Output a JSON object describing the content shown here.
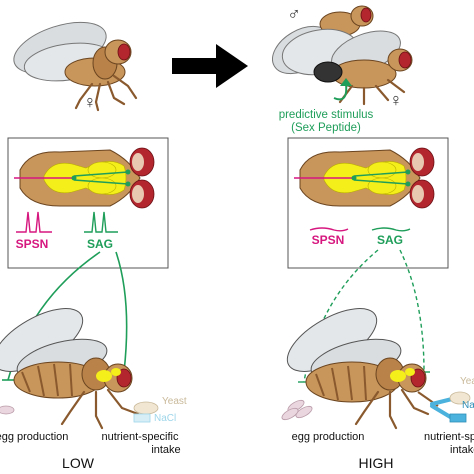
{
  "top": {
    "female_symbol": "♀",
    "male_symbol": "♂",
    "mated_female_symbol": "♀",
    "stimulus_line1": "predictive stimulus",
    "stimulus_line2": "(Sex Peptide)"
  },
  "left_panel": {
    "neuron_a": "SPSN",
    "neuron_b": "SAG",
    "output_egg": "egg production",
    "output_intake_line1": "nutrient-specific",
    "output_intake_line2": "intake",
    "food_yeast": "Yeast",
    "food_nacl": "NaCl",
    "condition": "LOW"
  },
  "right_panel": {
    "neuron_a": "SPSN",
    "neuron_b": "SAG",
    "output_egg": "egg production",
    "output_intake_line1": "nutrient-specific",
    "output_intake_line2": "intake",
    "food_yeast": "Yeast",
    "food_nacl": "NaCl",
    "condition": "HIGH"
  },
  "colors": {
    "magenta": "#d6177f",
    "green": "#1f9e5a",
    "light_green": "#5fbf6a",
    "fly_body": "#c8955a",
    "fly_dark": "#8a5a2e",
    "wing": "#d9dde0",
    "eye": "#b3262d",
    "brain_yellow": "#f4ee1a",
    "food_blue": "#9fd6ea"
  }
}
